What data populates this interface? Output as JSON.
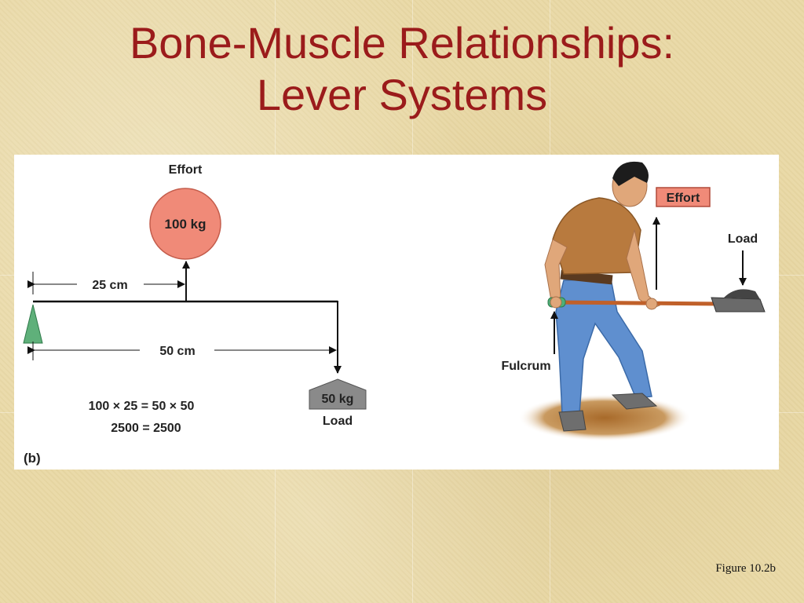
{
  "slide": {
    "title_line1": "Bone-Muscle Relationships:",
    "title_line2": "Lever Systems",
    "figure_caption": "Figure 10.2b"
  },
  "lever_diagram": {
    "effort_label": "Effort",
    "effort_mass": "100 kg",
    "effort_distance": "25 cm",
    "load_distance": "50 cm",
    "load_mass": "50 kg",
    "load_label": "Load",
    "equation_line1": "100 × 25 = 50 × 50",
    "equation_line2": "2500 = 2500",
    "panel_label": "(b)"
  },
  "shovel_illustration": {
    "effort_label": "Effort",
    "load_label": "Load",
    "fulcrum_label": "Fulcrum"
  },
  "colors": {
    "title": "#9b1b1b",
    "effort_circle": "#f08a78",
    "fulcrum_triangle": "#5fb07a",
    "load_weight": "#8a8a8a",
    "effort_box": "#f08a78",
    "shirt": "#b87a3e",
    "jeans": "#5f8fcf"
  }
}
